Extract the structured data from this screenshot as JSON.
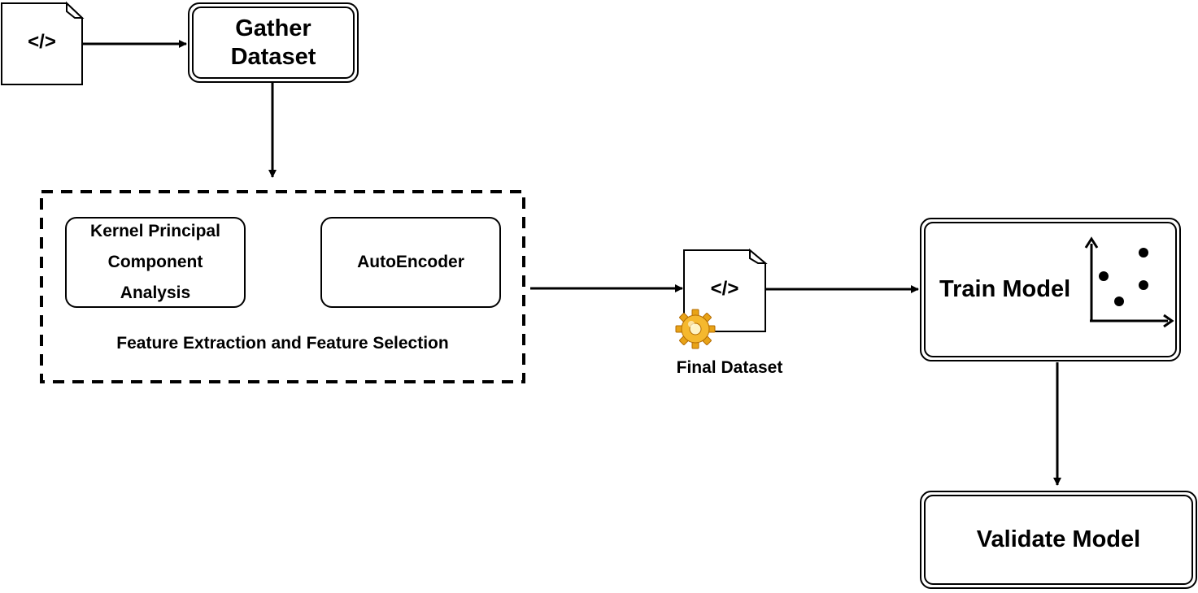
{
  "nodes": {
    "code_doc_left": {
      "icon": "code-document-icon",
      "text": "</>"
    },
    "gather_dataset": {
      "text": "Gather Dataset"
    },
    "feature_group": {
      "caption": "Feature Extraction and Feature Selection"
    },
    "kernel_pca": {
      "text": "Kernel Principal Component Analysis"
    },
    "autoencoder": {
      "text": "AutoEncoder"
    },
    "final_dataset": {
      "icon": "code-document-icon",
      "text": "</>",
      "badge_icon": "gear-icon",
      "caption": "Final Dataset"
    },
    "train_model": {
      "text": "Train Model",
      "icon": "scatter-plot-icon"
    },
    "validate_model": {
      "text": "Validate Model"
    }
  },
  "edges": [
    {
      "from": "code_doc_left",
      "to": "gather_dataset"
    },
    {
      "from": "gather_dataset",
      "to": "feature_group"
    },
    {
      "from": "feature_group",
      "to": "final_dataset"
    },
    {
      "from": "final_dataset",
      "to": "train_model"
    },
    {
      "from": "train_model",
      "to": "validate_model"
    }
  ]
}
